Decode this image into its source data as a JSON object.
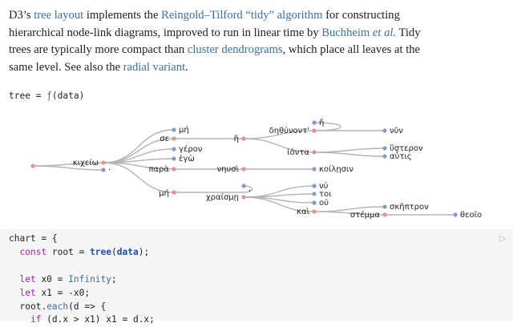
{
  "intro": {
    "t1": "D3’s ",
    "link_tree_layout": "tree layout",
    "t2": " implements the ",
    "link_reingold": "Reingold–Tilford “tidy” algorithm",
    "t3": " for constructing hierarchical node-link diagrams, improved to run in linear time by ",
    "link_buchheim": "Buchheim ",
    "link_etal": "et al.",
    "t4": " Tidy trees are typically more compact than ",
    "link_cluster": "cluster dendrograms",
    "t5": ", which place all leaves at the same level. See also the ",
    "link_radial": "radial variant",
    "t6": "."
  },
  "cell": {
    "name": "tree",
    "equals": " = ",
    "func_symbol": "ƒ",
    "args": "(data)"
  },
  "tree_labels": {
    "root": "κιχείω",
    "dot": "·",
    "se": "σε",
    "mi_top": "μή",
    "gerov": "γέρον",
    "ego": "ἐγὼ",
    "para": "παρὰ",
    "nisi": "νηυσὶ",
    "koilisin": "κοίλῃσιν",
    "mi_bottom": "μή",
    "chraisme": "χραίσμῃ",
    "apos": ",",
    "nu": "νύ",
    "toi": "τοι",
    "ou": "οὐ",
    "kai": "καὶ",
    "skeptron": "σκῆπτρον",
    "stemma": "στέμμα",
    "theoio": "θεοῖο",
    "e": "ἤ",
    "dethunont": "δηθύνοντ'",
    "e2": "ἤ",
    "nun": "νῦν",
    "ionta": "ἰόντα",
    "husteron": "ὕστερον",
    "autis": "αὖτις"
  },
  "colors": {
    "link": "#3b6fa0",
    "internal_node": "#f08b8b",
    "leaf_node": "#7f9bd0",
    "edge": "#b4b4b4"
  },
  "code": {
    "l1a": "chart = {",
    "l2a": "const",
    "l2b": " root = ",
    "l2c": "tree",
    "l2d": "(",
    "l2e": "data",
    "l2f": ");",
    "l4a": "let",
    "l4b": " x0 = ",
    "l4c": "Infinity",
    "l4d": ";",
    "l5a": "let",
    "l5b": " x1 = -x0;",
    "l6a": "root",
    "l6b": ".",
    "l6c": "each",
    "l6d": "(d => {",
    "l7a": "if",
    "l7b": " (d.x > x1) x1 = d.x;",
    "run_icon": "play-icon"
  }
}
